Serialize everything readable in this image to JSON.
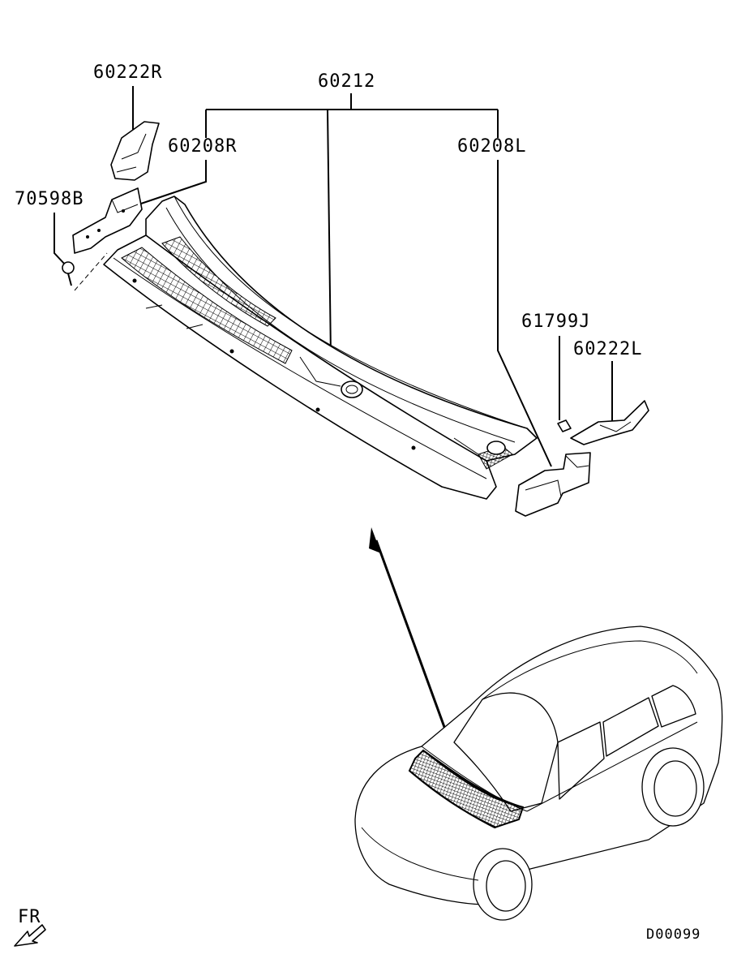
{
  "labels": {
    "p60222R": "60222R",
    "p60212": "60212",
    "p60208R": "60208R",
    "p60208L": "60208L",
    "p70598B": "70598B",
    "p61799J": "61799J",
    "p60222L": "60222L"
  },
  "orientation": {
    "label": "FR",
    "icon": "front-direction-arrow-icon"
  },
  "diagram_code": "D00099"
}
